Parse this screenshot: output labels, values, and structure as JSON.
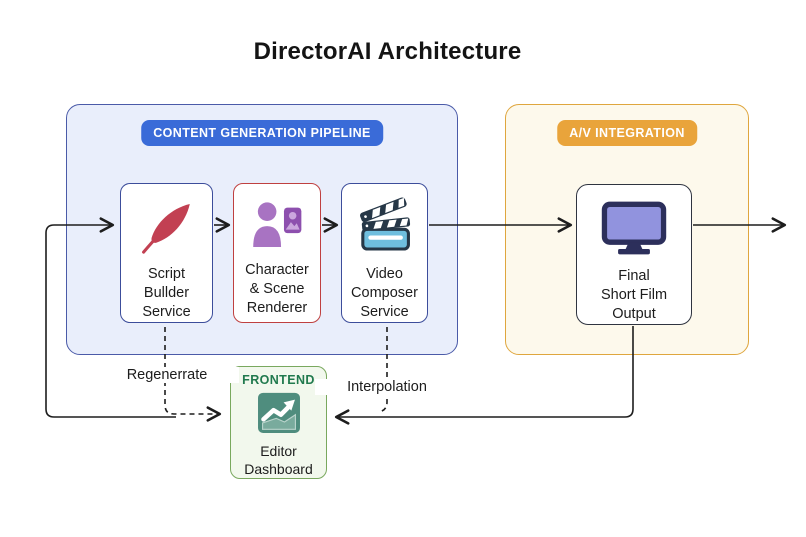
{
  "title": "DirectorAI Architecture",
  "containers": {
    "pipeline": {
      "badge": "CONTENT GENERATION PIPELINE"
    },
    "av": {
      "badge": "A/V INTEGRATION"
    },
    "frontend": {
      "badge": "FRONTEND"
    }
  },
  "nodes": {
    "script": {
      "label": "Script\nBullder\nService",
      "icon": "feather-icon"
    },
    "character": {
      "label": "Character\n& Scene\nRenderer",
      "icon": "person-image-icon"
    },
    "video": {
      "label": "Video\nComposer\nService",
      "icon": "clapperboard-icon"
    },
    "final": {
      "label": "Final\nShort Film\nOutput",
      "icon": "monitor-icon"
    },
    "editor": {
      "label": "Editor\nDashboard",
      "icon": "chart-dashboard-icon"
    }
  },
  "edge_labels": {
    "regenerate": "Regenerrate",
    "interpolation": "Interpolation"
  },
  "colors": {
    "pipeline_fill": "#e9eefb",
    "pipeline_border": "#4a5aa8",
    "pipeline_badge": "#3a6bd8",
    "av_fill": "#fdf9ec",
    "av_border": "#dfa63e",
    "av_badge": "#e9a43b",
    "frontend_fill": "#f2f8ed",
    "frontend_border": "#79a85e",
    "frontend_text": "#217a4e",
    "node_blue_border": "#3c4d9b",
    "node_red_border": "#bf4040",
    "node_dark_border": "#2f3440",
    "arrow": "#1d1d1d",
    "feather": "#c24052",
    "person_purple": "#a873c2",
    "person_card_purple": "#8d4fae",
    "clapper_dark": "#263747",
    "clapper_light": "#6fbede",
    "monitor_frame": "#2c2f5b",
    "monitor_screen": "#9193de",
    "dashboard_teal": "#4f8d7e",
    "dashboard_hill": "#79ab9d"
  }
}
